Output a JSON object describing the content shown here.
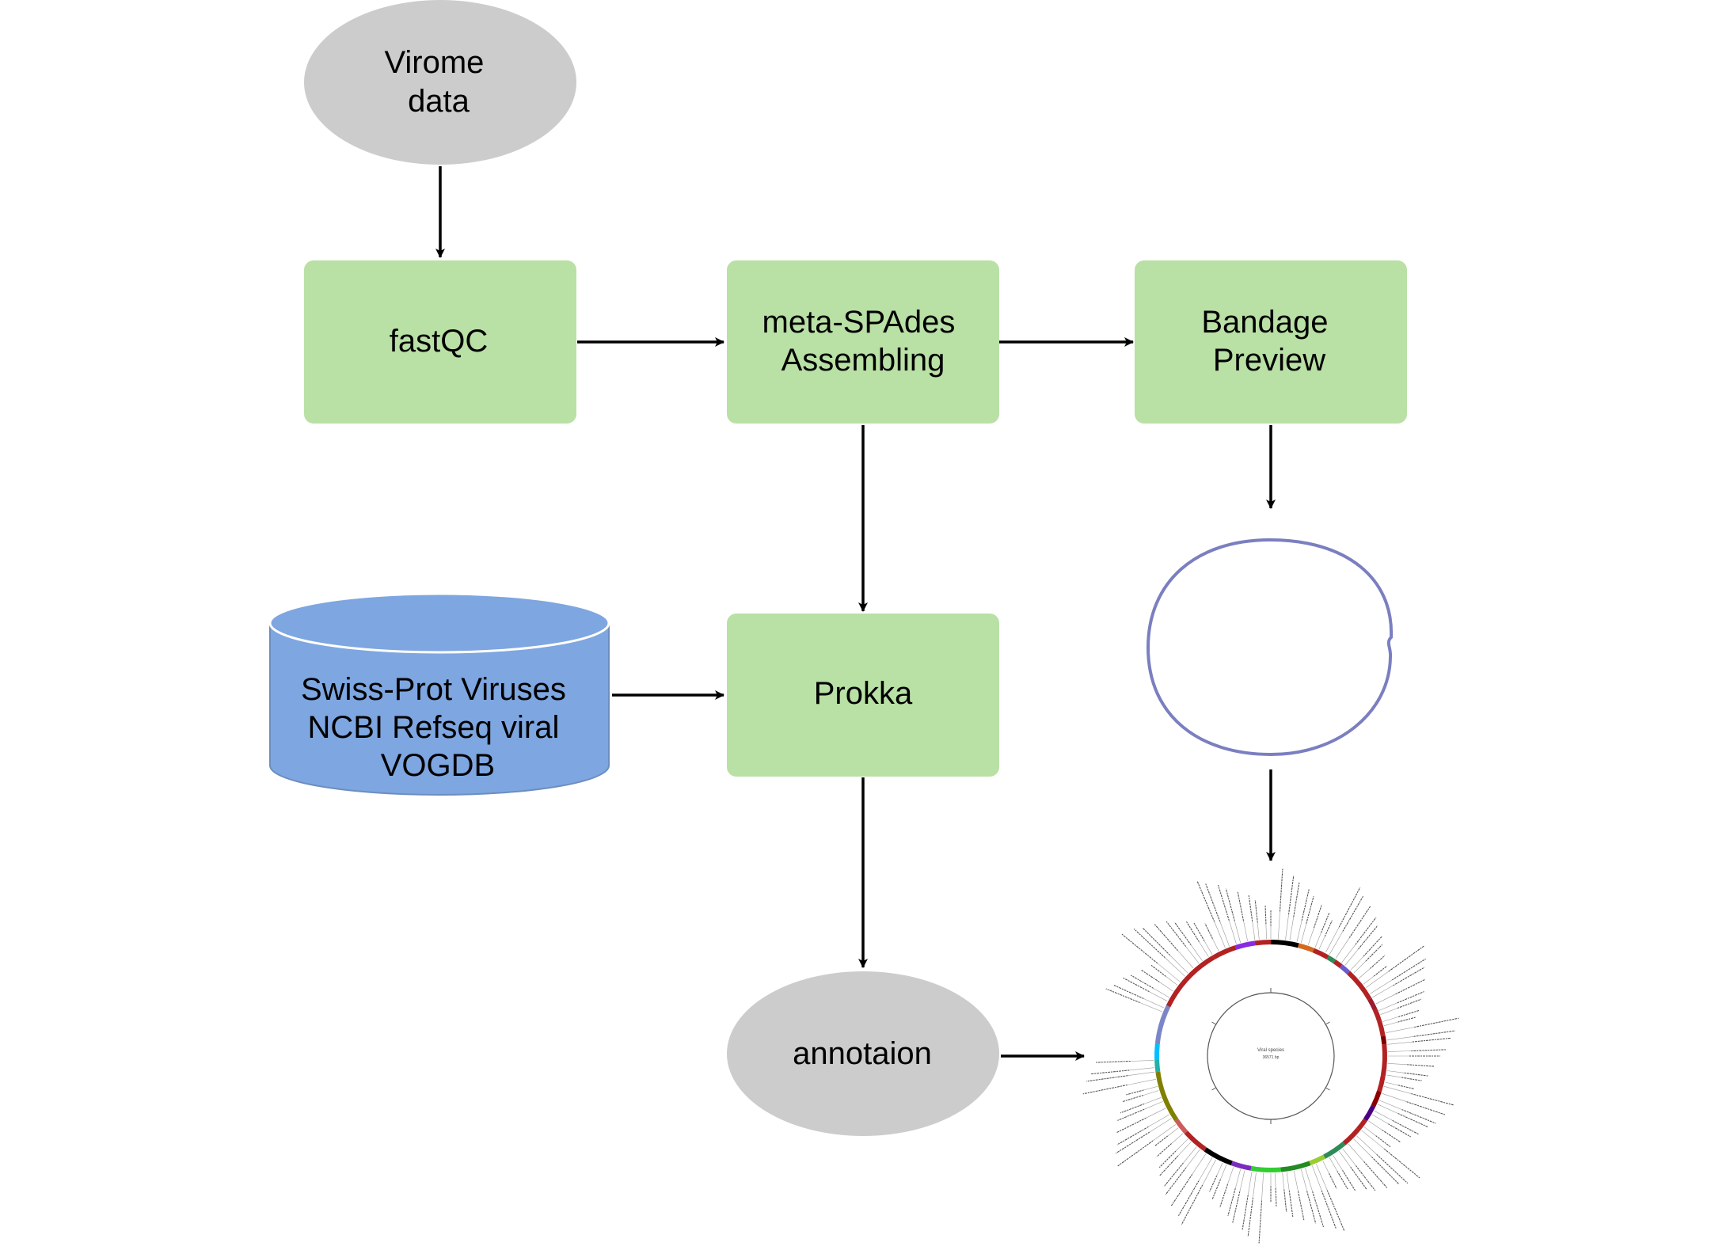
{
  "nodes": {
    "virome_data": {
      "lines": [
        "Virome",
        "data"
      ]
    },
    "fastqc": {
      "lines": [
        "fastQC"
      ]
    },
    "metaspades": {
      "lines": [
        "meta-SPAdes",
        "Assembling"
      ]
    },
    "bandage": {
      "lines": [
        "Bandage",
        "Preview"
      ]
    },
    "databases": {
      "lines": [
        "Swiss-Prot Viruses",
        "NCBI Refseq viral",
        "VOGDB"
      ]
    },
    "prokka": {
      "lines": [
        "Prokka"
      ]
    },
    "annotation": {
      "lines": [
        "annotaion"
      ]
    }
  },
  "colors": {
    "process_fill": "#b9e0a5",
    "terminal_fill": "#cccccc",
    "database_fill": "#7ea6e0",
    "database_stroke": "#6c8ebf",
    "bandage_ring": "#7b7fc0",
    "arrow": "#000000"
  },
  "genome_map": {
    "center_title": "Viral species",
    "center_subtitle": "36571 bp"
  }
}
